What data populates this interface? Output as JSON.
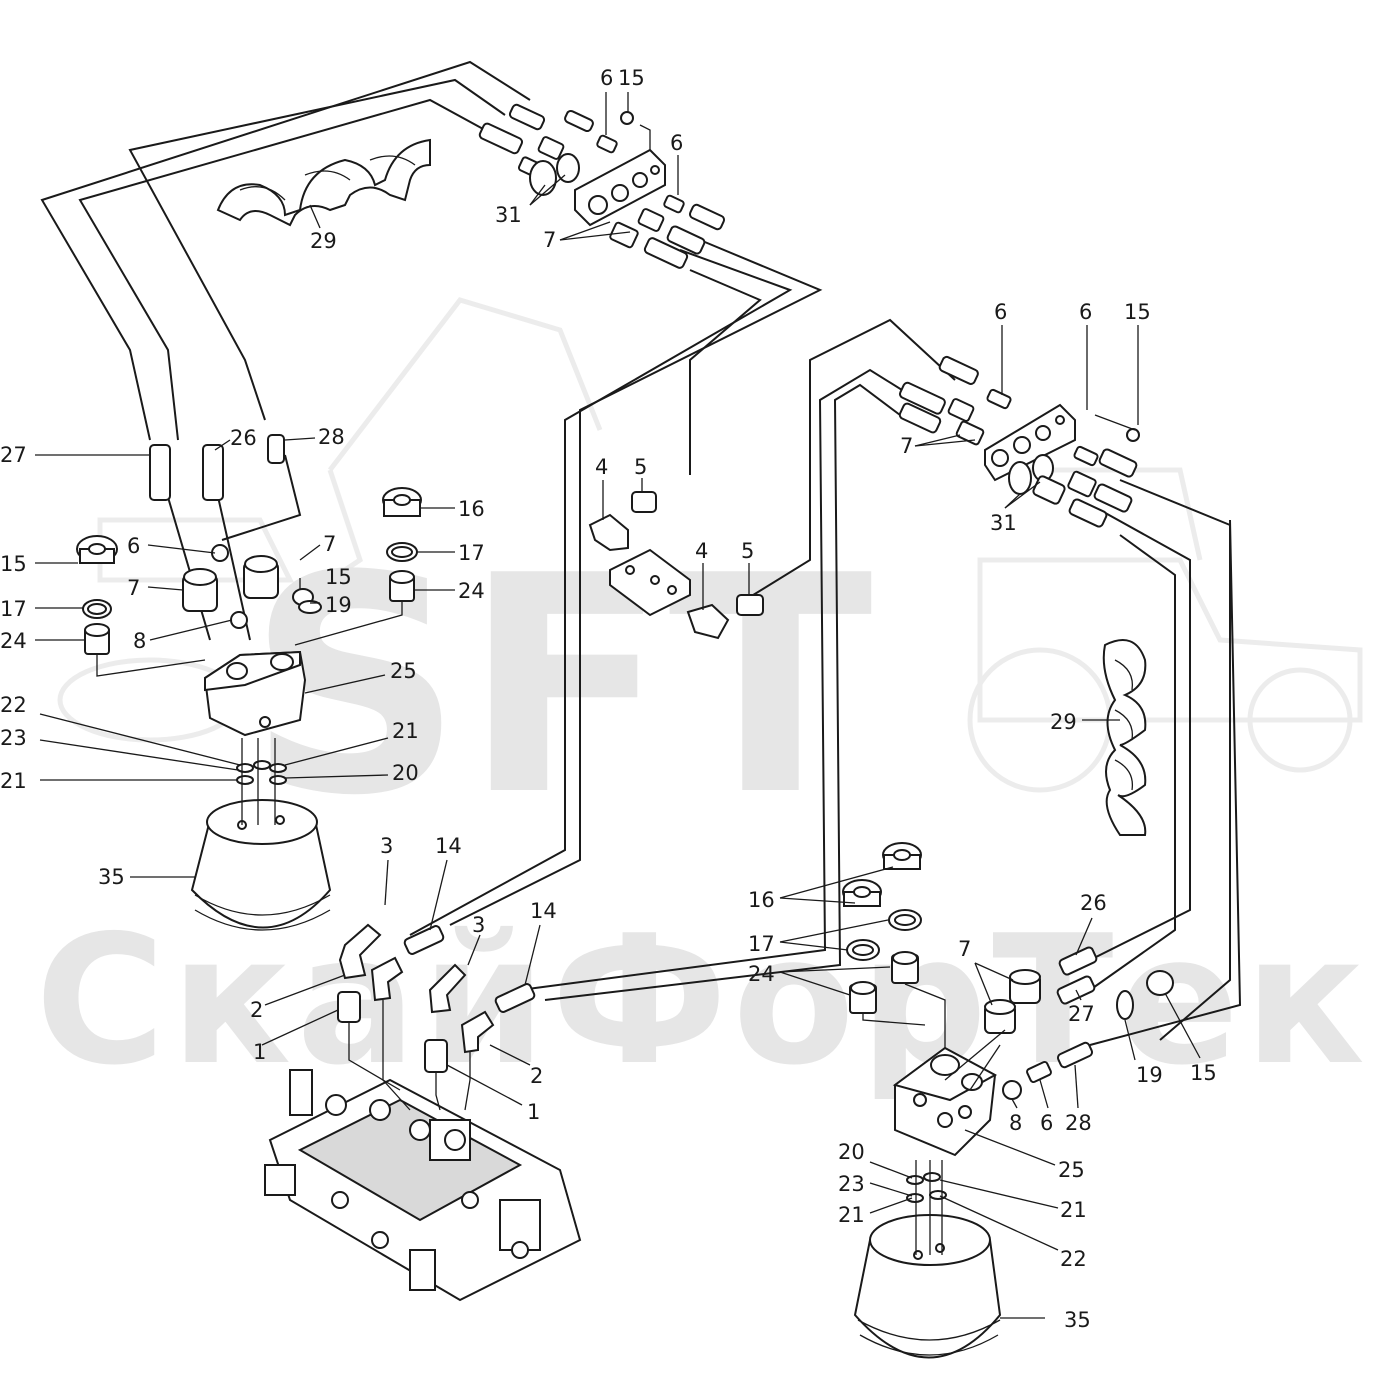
{
  "watermark": {
    "logo_text": "SFT",
    "brand_text": "СкайФорТек",
    "color": "#e6e6e6"
  },
  "colors": {
    "line": "#1a1a1a",
    "fill": "#ffffff",
    "shade": "#d9d9d9"
  },
  "callouts": {
    "c6_top_a": "6",
    "c15_top_a": "15",
    "c6_top_b": "6",
    "c31_top": "31",
    "c7_top": "7",
    "c29_top": "29",
    "c27_left": "27",
    "c26_left": "26",
    "c28_left": "28",
    "c16_left": "16",
    "c15_left_a": "15",
    "c6_left": "6",
    "c7_left_a": "7",
    "c17_left_a": "17",
    "c7_left_b": "7",
    "c15_left_b": "15",
    "c17_left_b": "17",
    "c19_left": "19",
    "c24_left_a": "24",
    "c8_left": "8",
    "c24_left_b": "24",
    "c25_left": "25",
    "c22_left": "22",
    "c21_left_a": "21",
    "c23_left": "23",
    "c21_left_b": "21",
    "c20_left": "20",
    "c35_left": "35",
    "c4_mid_a": "4",
    "c5_mid_a": "5",
    "c4_mid_b": "4",
    "c5_mid_b": "5",
    "c6_right_a": "6",
    "c6_right_b": "6",
    "c15_right_a": "15",
    "c7_right_a": "7",
    "c31_right": "31",
    "c29_right": "29",
    "c3_a": "3",
    "c14_a": "14",
    "c3_b": "3",
    "c14_b": "14",
    "c2_a": "2",
    "c1_a": "1",
    "c2_b": "2",
    "c1_b": "1",
    "c16_right": "16",
    "c17_right": "17",
    "c24_right": "24",
    "c26_right": "26",
    "c7_right_b": "7",
    "c27_right": "27",
    "c19_right": "19",
    "c15_right_b": "15",
    "c8_right": "8",
    "c6_right_c": "6",
    "c28_right": "28",
    "c25_right": "25",
    "c20_right": "20",
    "c23_right": "23",
    "c21_right_a": "21",
    "c21_right_b": "21",
    "c22_right": "22",
    "c35_right": "35"
  }
}
